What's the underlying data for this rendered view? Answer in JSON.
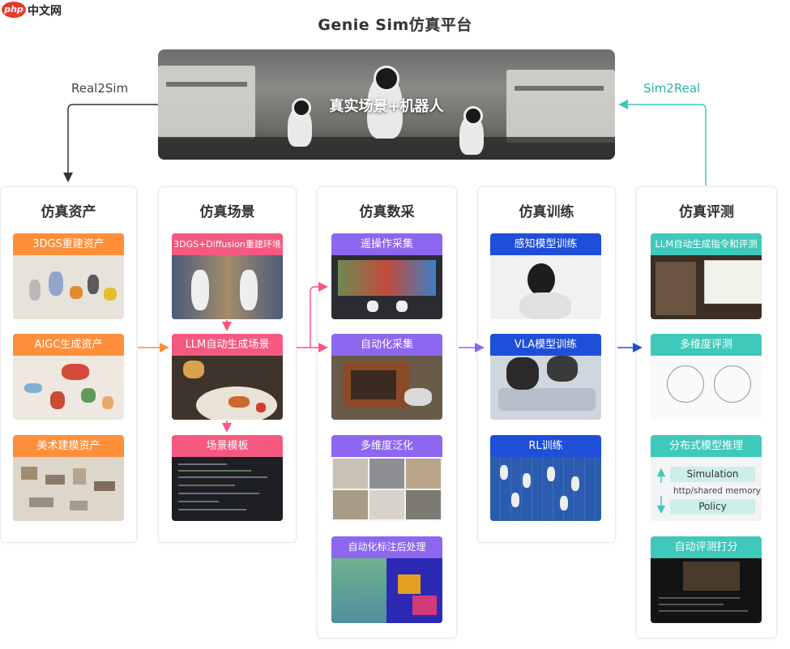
{
  "watermark": {
    "logo": "php",
    "text": "中文网"
  },
  "title": "Genie Sim仿真平台",
  "hero": {
    "caption": "真实场景+机器人"
  },
  "flows": {
    "left": "Real2Sim",
    "right": "Sim2Real"
  },
  "columns": [
    {
      "title": "仿真资产",
      "cards": [
        "3DGS重建资产",
        "AIGC生成资产",
        "美术建模资产"
      ]
    },
    {
      "title": "仿真场景",
      "cards": [
        "3DGS+Diffusion重建环境",
        "LLM自动生成场景",
        "场景模板"
      ]
    },
    {
      "title": "仿真数采",
      "cards": [
        "遥操作采集",
        "自动化采集",
        "多维度泛化",
        "自动化标注后处理"
      ]
    },
    {
      "title": "仿真训练",
      "cards": [
        "感知模型训练",
        "VLA模型训练",
        "RL训练"
      ]
    },
    {
      "title": "仿真评测",
      "cards": [
        "LLM自动生成指令和评测",
        "多维度评测",
        "分布式模型推理",
        "自动评测打分"
      ]
    }
  ],
  "inference": {
    "top": "Simulation",
    "middle": "http/shared memory",
    "bottom": "Policy"
  },
  "colors": {
    "orange": "#ff8f3a",
    "pink": "#f5597f",
    "purple": "#8d67f0",
    "blue": "#1f4fd8",
    "teal": "#3ec9bb"
  }
}
